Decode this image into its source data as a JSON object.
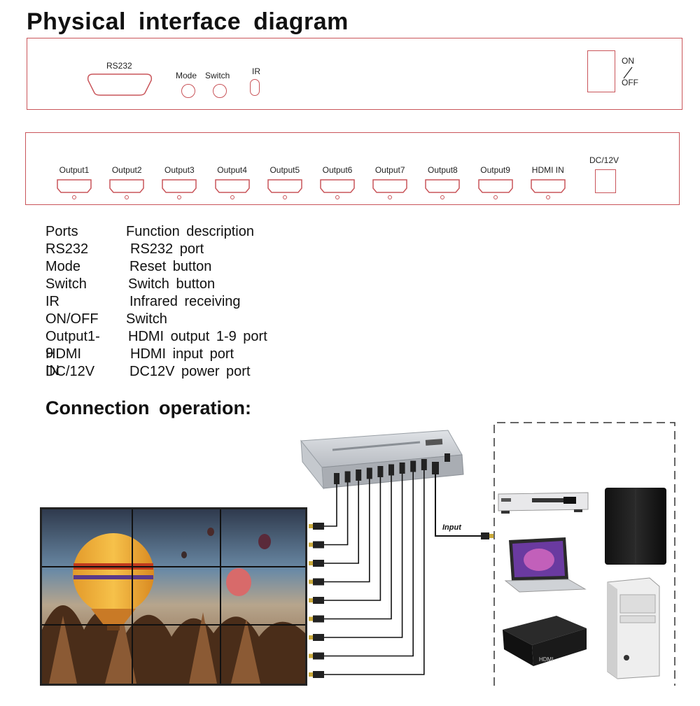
{
  "titles": {
    "physical": "Physical interface diagram",
    "connection": "Connection operation:"
  },
  "front_panel": {
    "rs232": "RS232",
    "mode": "Mode",
    "switch": "Switch",
    "ir": "IR",
    "on": "ON",
    "off": "OFF"
  },
  "rear_panel": {
    "ports": [
      "Output1",
      "Output2",
      "Output3",
      "Output4",
      "Output5",
      "Output6",
      "Output7",
      "Output8",
      "Output9",
      "HDMI IN"
    ],
    "dc": "DC/12V"
  },
  "spec_table": {
    "header_port": "Ports",
    "header_func": "Function description",
    "rows": [
      {
        "port": "RS232",
        "func": "RS232 port"
      },
      {
        "port": "Mode",
        "func": "Reset button"
      },
      {
        "port": "Switch",
        "func": "Switch button"
      },
      {
        "port": "IR",
        "func": "Infrared receiving"
      },
      {
        "port": "ON/OFF",
        "func": "Switch"
      },
      {
        "port": "Output1-9",
        "func": "HDMI output 1-9 port"
      },
      {
        "port": "HDMI IN",
        "func": "HDMI input port"
      },
      {
        "port": "DC/12V",
        "func": "DC12V power port"
      }
    ]
  },
  "connection": {
    "input_label": "Input",
    "device_brand": "HDMI"
  }
}
